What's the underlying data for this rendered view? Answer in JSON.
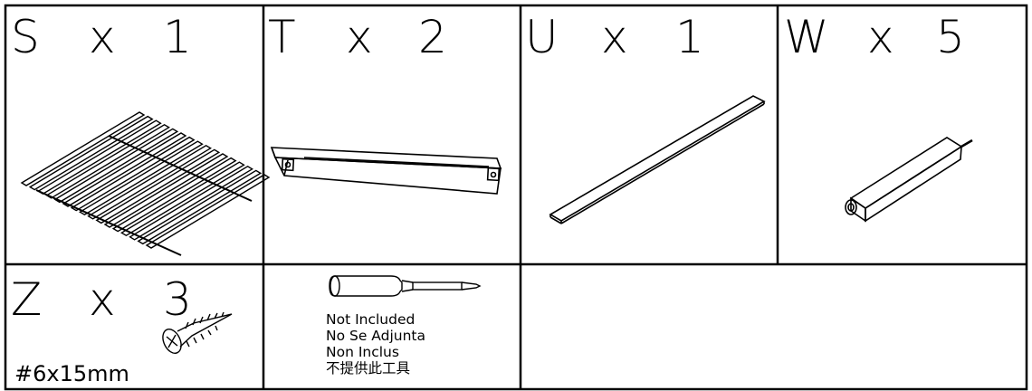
{
  "parts": [
    {
      "letter": "S",
      "times": "x",
      "qty": "1",
      "name": "slats"
    },
    {
      "letter": "T",
      "times": "x",
      "qty": "2",
      "name": "rail-bracket"
    },
    {
      "letter": "U",
      "times": "x",
      "qty": "1",
      "name": "flat-strip"
    },
    {
      "letter": "W",
      "times": "x",
      "qty": "5",
      "name": "leg"
    },
    {
      "letter": "Z",
      "times": "x",
      "qty": "3",
      "name": "screw",
      "size": "#6x15mm"
    }
  ],
  "tool_note": {
    "lines": [
      "Not Included",
      "No Se Adjunta",
      "Non Inclus",
      "不提供此工具"
    ]
  },
  "colors": {
    "line": "#000000",
    "background": "#ffffff"
  },
  "icons": {
    "tool": "screwdriver-icon"
  }
}
